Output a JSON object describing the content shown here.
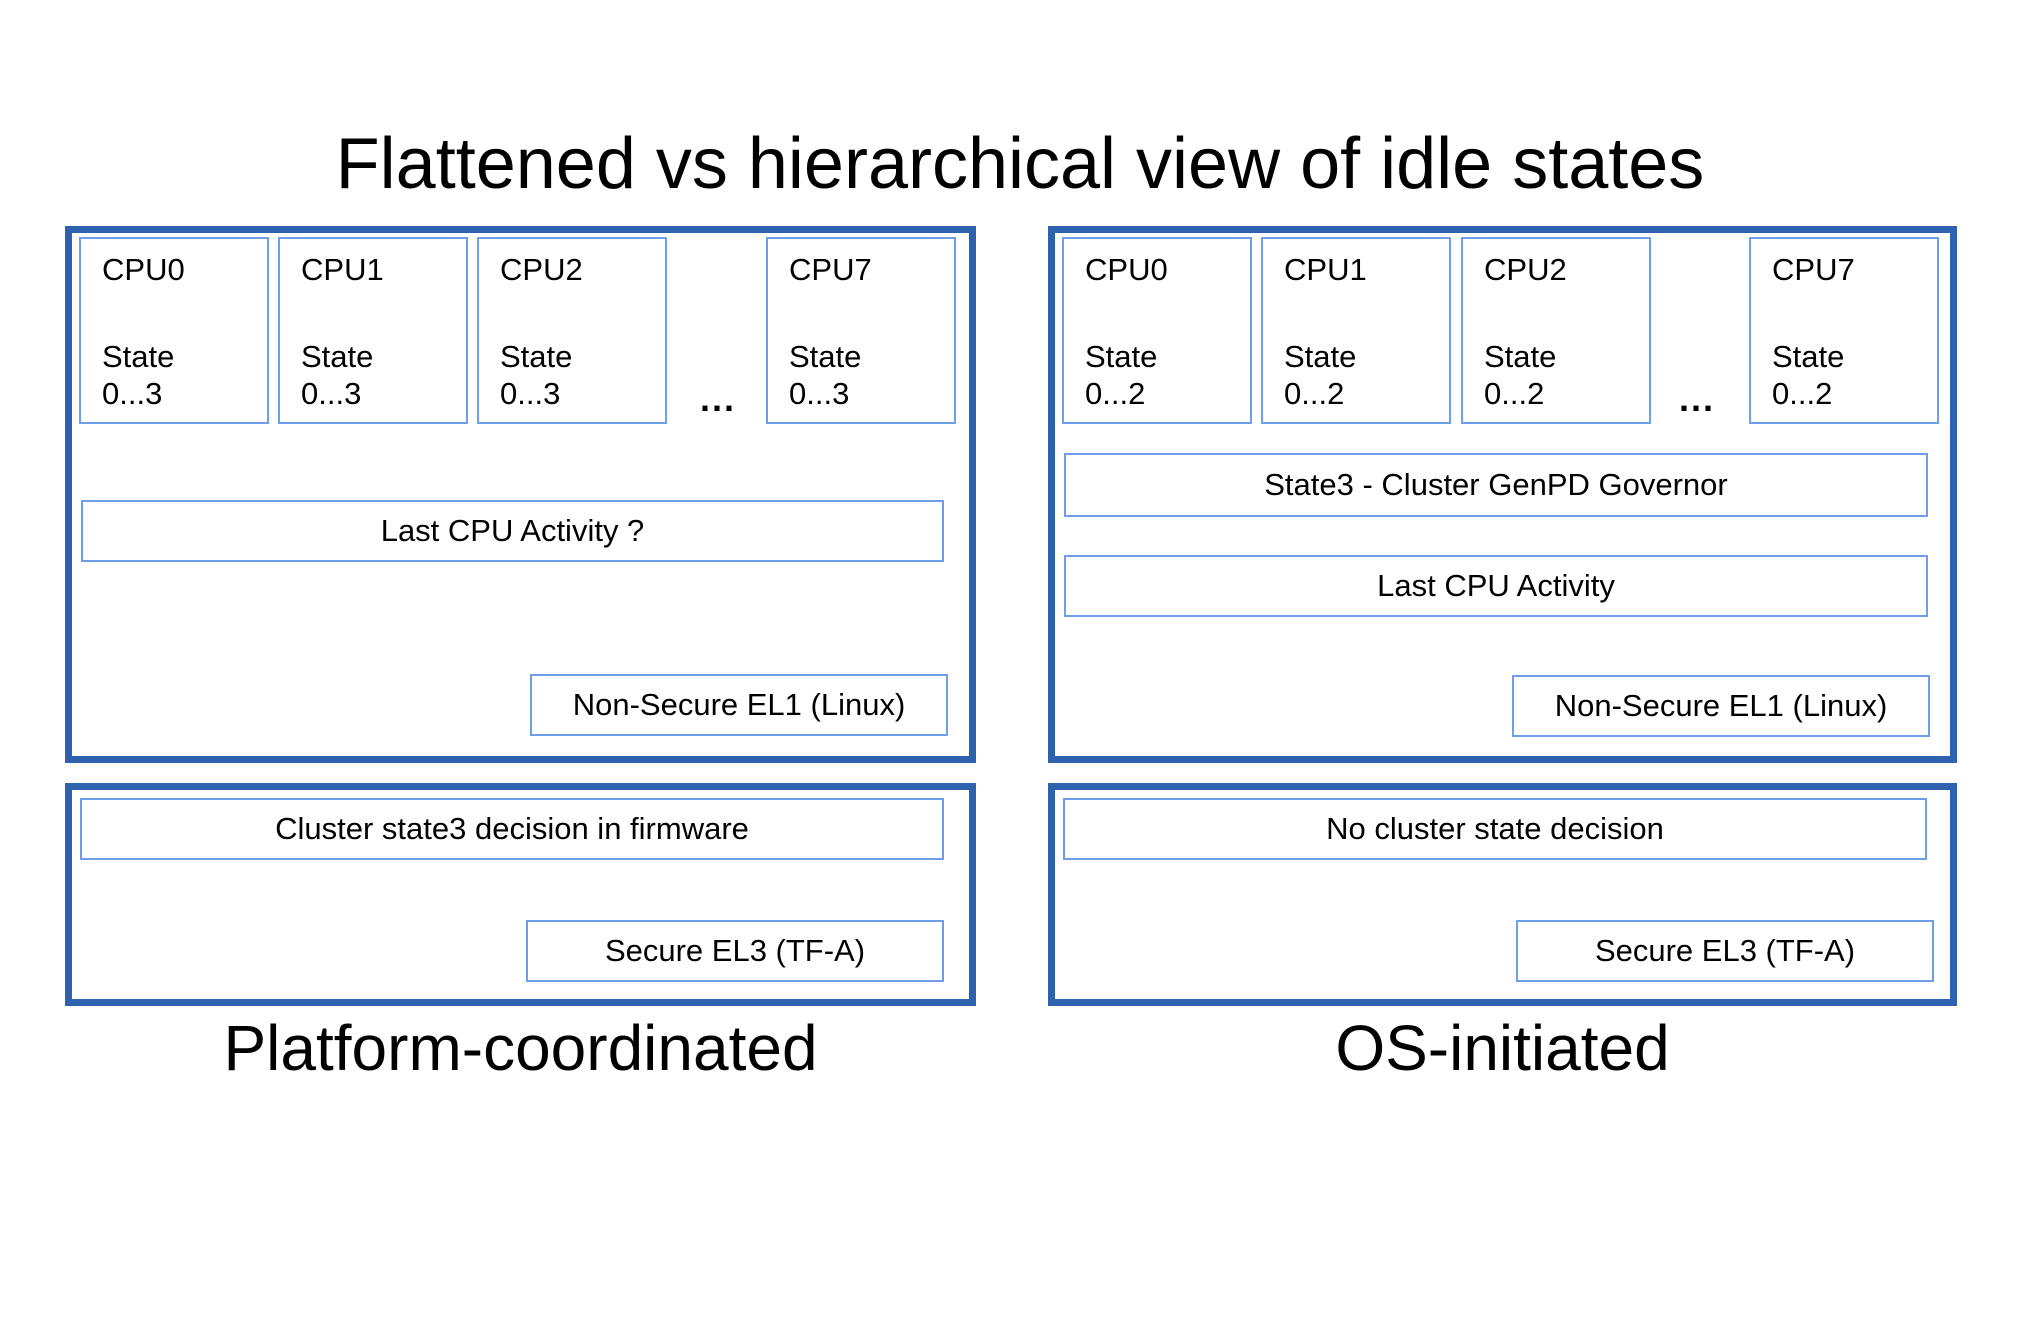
{
  "title": "Flattened vs hierarchical view of idle states",
  "colors": {
    "panel_border": "#2f62ae",
    "box_border": "#6f9fe8",
    "text": "#000000",
    "background": "#ffffff"
  },
  "left": {
    "caption": "Platform-coordinated",
    "ellipsis": "...",
    "cpus": [
      {
        "name": "CPU0",
        "state_label": "State",
        "state_range": "0...3"
      },
      {
        "name": "CPU1",
        "state_label": "State",
        "state_range": "0...3"
      },
      {
        "name": "CPU2",
        "state_label": "State",
        "state_range": "0...3"
      },
      {
        "name": "CPU7",
        "state_label": "State",
        "state_range": "0...3"
      }
    ],
    "activity_box": "Last CPU Activity ?",
    "el1_box": "Non-Secure EL1 (Linux)",
    "decision_box": "Cluster state3 decision in firmware",
    "el3_box": "Secure EL3 (TF-A)"
  },
  "right": {
    "caption": "OS-initiated",
    "ellipsis": "...",
    "cpus": [
      {
        "name": "CPU0",
        "state_label": "State",
        "state_range": "0...2"
      },
      {
        "name": "CPU1",
        "state_label": "State",
        "state_range": "0...2"
      },
      {
        "name": "CPU2",
        "state_label": "State",
        "state_range": "0...2"
      },
      {
        "name": "CPU7",
        "state_label": "State",
        "state_range": "0...2"
      }
    ],
    "governor_box": "State3 - Cluster GenPD Governor",
    "activity_box": "Last CPU Activity",
    "el1_box": "Non-Secure EL1 (Linux)",
    "decision_box": "No cluster state decision",
    "el3_box": "Secure EL3 (TF-A)"
  }
}
